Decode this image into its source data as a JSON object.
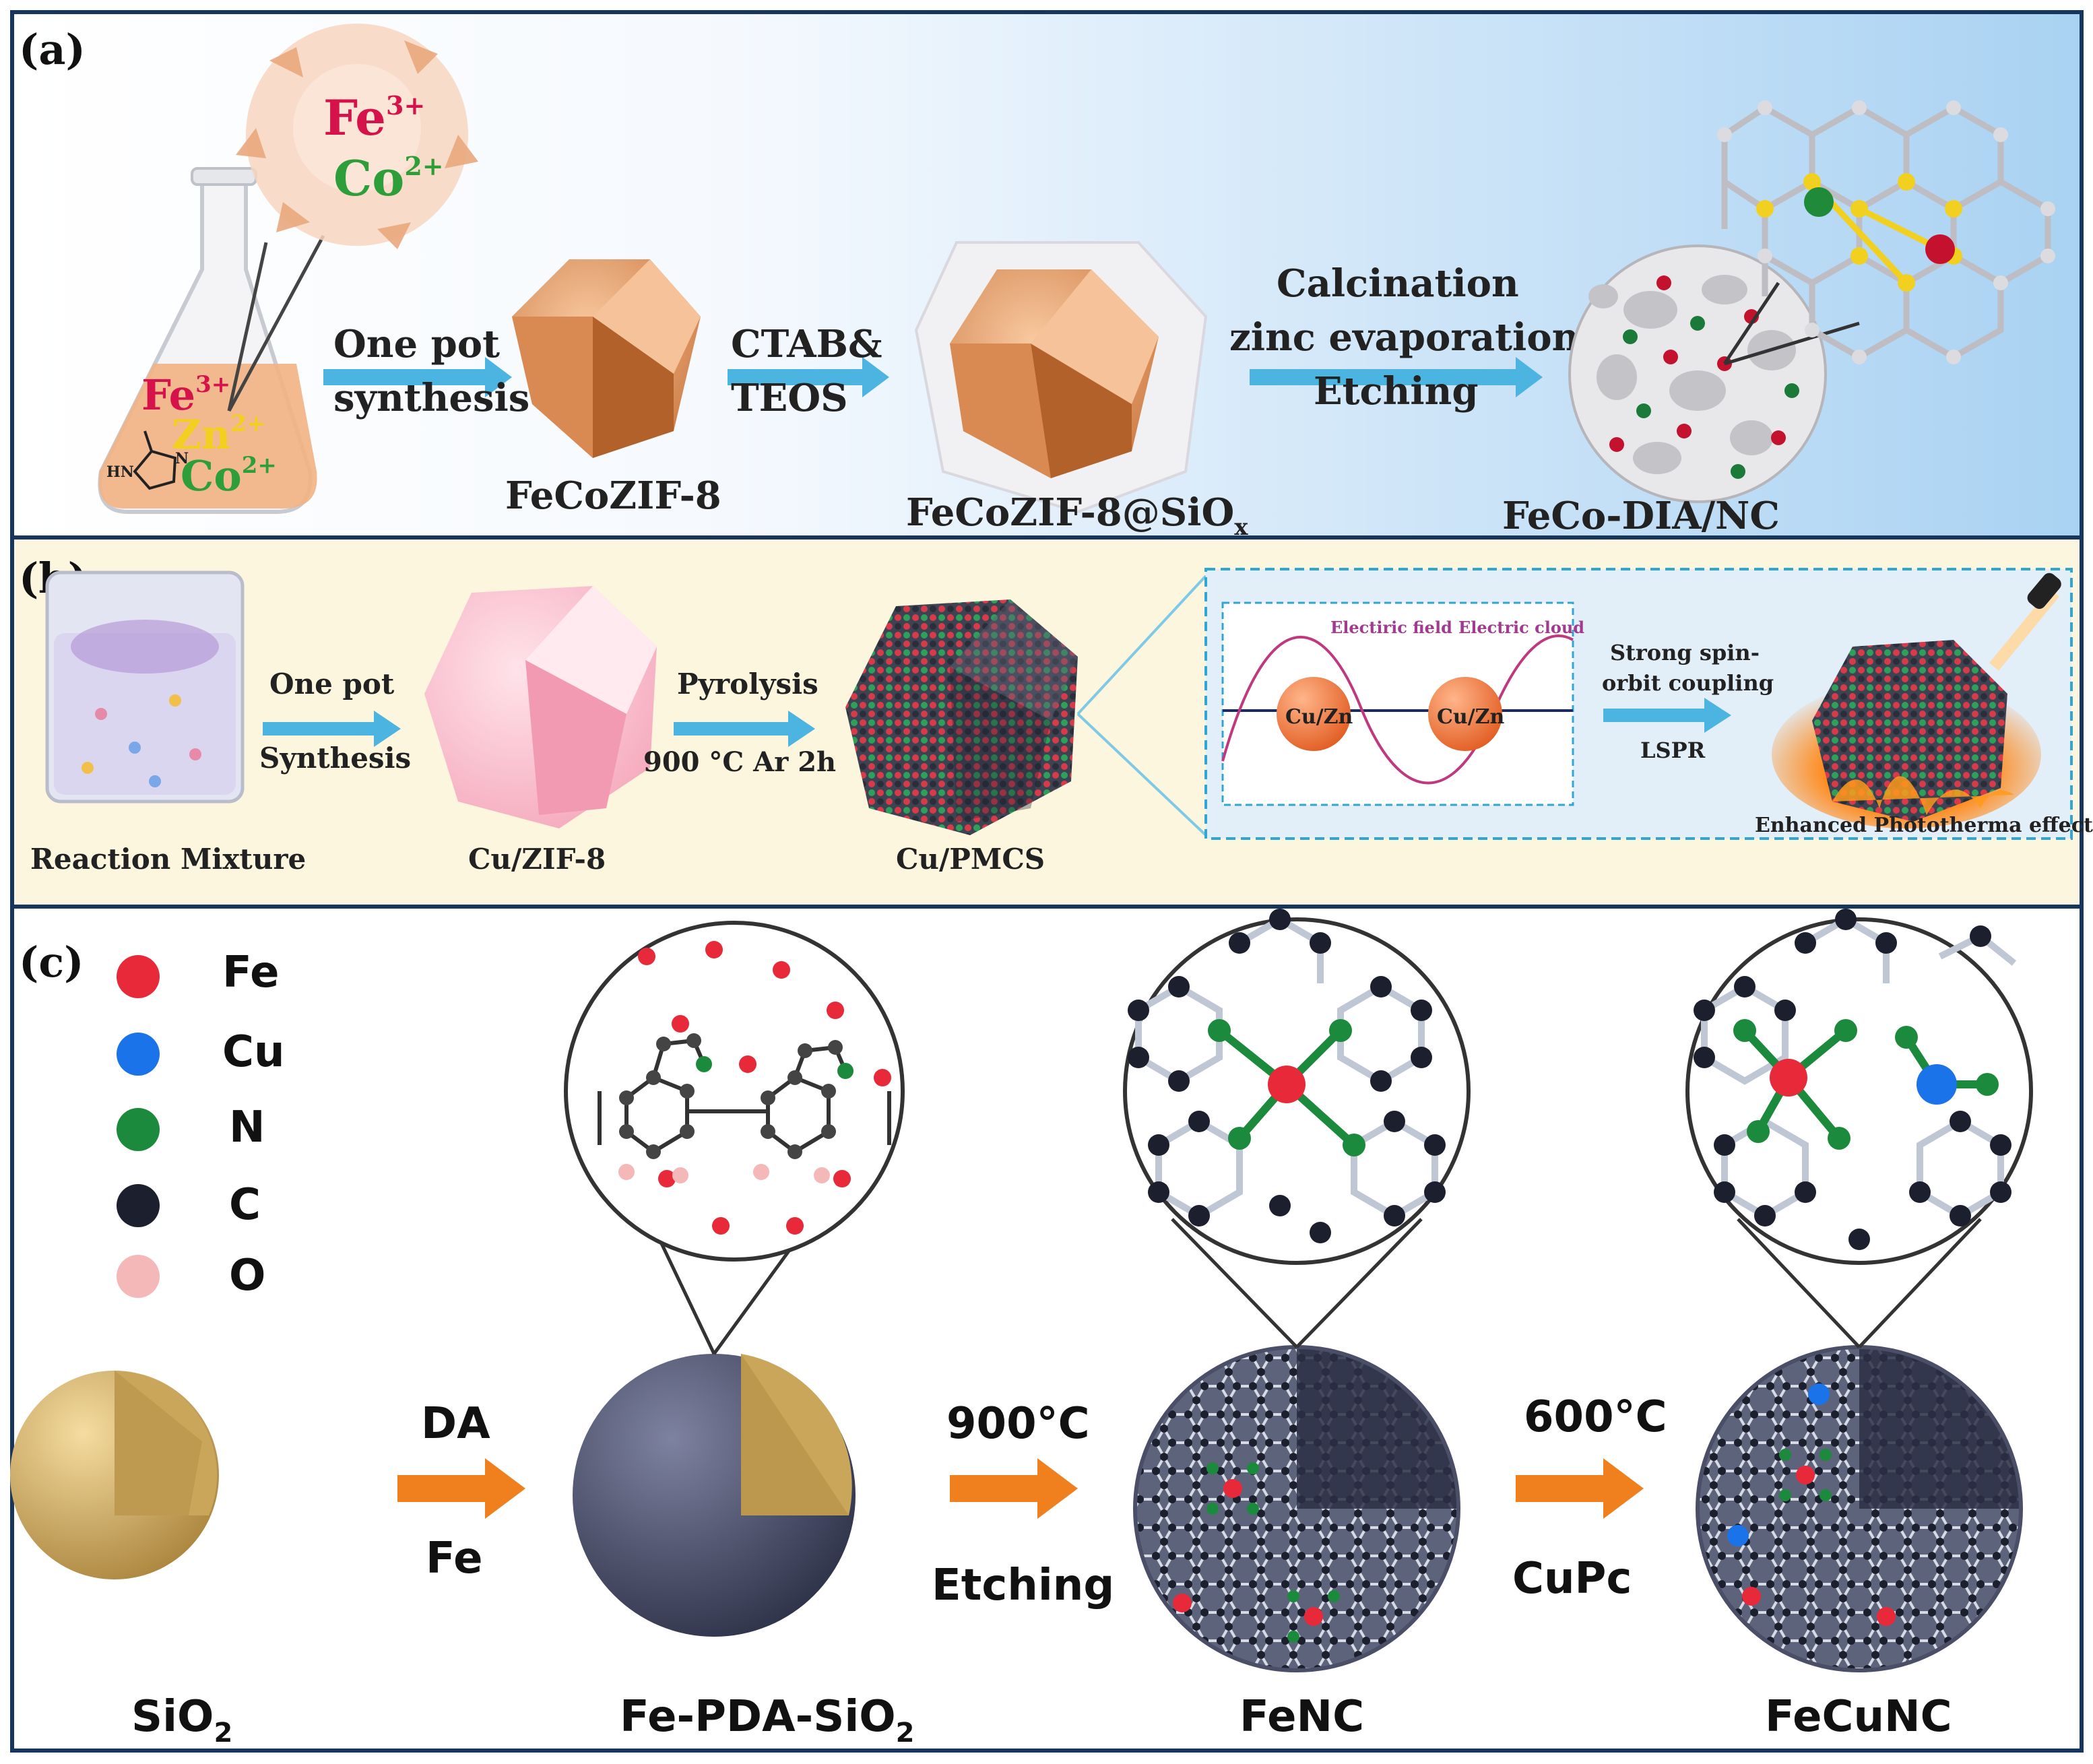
{
  "panel_a": {
    "label": "(a)",
    "flask_top_ions": [
      "Fe",
      "3+",
      "Co",
      "2+"
    ],
    "flask_ions": [
      "Fe",
      "3+",
      "Zn",
      "2+",
      "Co",
      "2+"
    ],
    "imidazole_hn": "HN",
    "imidazole_n": "N",
    "step1": [
      "One pot",
      "synthesis"
    ],
    "product1": "FeCoZIF-8",
    "step2": [
      "CTAB&",
      "TEOS"
    ],
    "product2": "FeCoZIF-8@SiO",
    "product2_sub": "x",
    "step3": [
      "Calcination",
      "zinc evaporation",
      "Etching"
    ],
    "product3": "FeCo-DIA/NC"
  },
  "panel_b": {
    "label": "(b)",
    "reactant": "Reaction Mixture",
    "step1": [
      "One pot",
      "Synthesis"
    ],
    "product1": "Cu/ZIF-8",
    "step2_top": "Pyrolysis",
    "step2_bottom": "900 °C Ar  2h",
    "product2": "Cu/PMCS",
    "field_label": "Electiric field",
    "cloud_label": "Electric cloud",
    "particle_label": "Cu/Zn",
    "coupling_label": [
      "Strong spin-",
      "orbit coupling"
    ],
    "lspr": "LSPR",
    "effect_label": "Enhanced Phototherma effect"
  },
  "panel_c": {
    "label": "(c)",
    "legend": [
      {
        "symbol": "Fe",
        "color": "#e8293a"
      },
      {
        "symbol": "Cu",
        "color": "#1a73e8"
      },
      {
        "symbol": "N",
        "color": "#1b8a3c"
      },
      {
        "symbol": "C",
        "color": "#1c1f2e"
      },
      {
        "symbol": "O",
        "color": "#f4b8b8"
      }
    ],
    "step1_top": "DA",
    "step1_bottom": "Fe",
    "step2_top": "900°C",
    "step2_bottom": "Etching",
    "step3_top": "600°C",
    "step3_bottom": "CuPc",
    "products": [
      "SiO",
      "Fe-PDA-SiO",
      "FeNC",
      "FeCuNC"
    ],
    "subscript": "2"
  },
  "colors": {
    "frame": "#17365d",
    "arrow_blue": "#4cb4e0",
    "arrow_orange": "#f07f1d",
    "fe_red": "#d6124a",
    "co_green": "#2e9e3a",
    "zn_yellow": "#f2d020"
  }
}
